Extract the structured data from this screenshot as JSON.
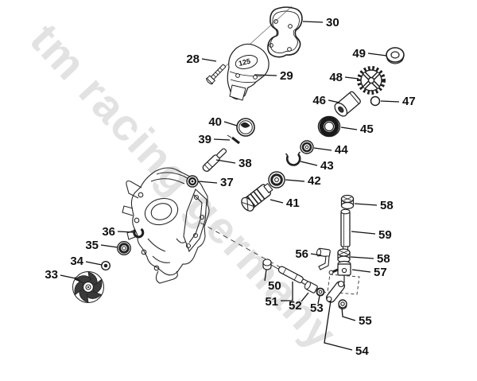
{
  "app": {
    "type": "exploded-parts-diagram",
    "background_color": "#ffffff",
    "ink_color": "#1a1a1a"
  },
  "watermark": {
    "text": "tm racing germany",
    "color": "#e2e2e2"
  },
  "diagram": {
    "cover_badge": "125",
    "part_labels": {
      "p28": "28",
      "p29": "29",
      "p30": "30",
      "p33": "33",
      "p34": "34",
      "p35": "35",
      "p36": "36",
      "p37": "37",
      "p38": "38",
      "p39": "39",
      "p40": "40",
      "p41": "41",
      "p42": "42",
      "p43": "43",
      "p44": "44",
      "p45": "45",
      "p46": "46",
      "p47": "47",
      "p48": "48",
      "p49": "49",
      "p50": "50",
      "p51": "51",
      "p52": "52",
      "p53": "53",
      "p54": "54",
      "p55": "55",
      "p56": "56",
      "p57": "57",
      "p58_upper": "58",
      "p58_lower": "58",
      "p59": "59"
    }
  }
}
